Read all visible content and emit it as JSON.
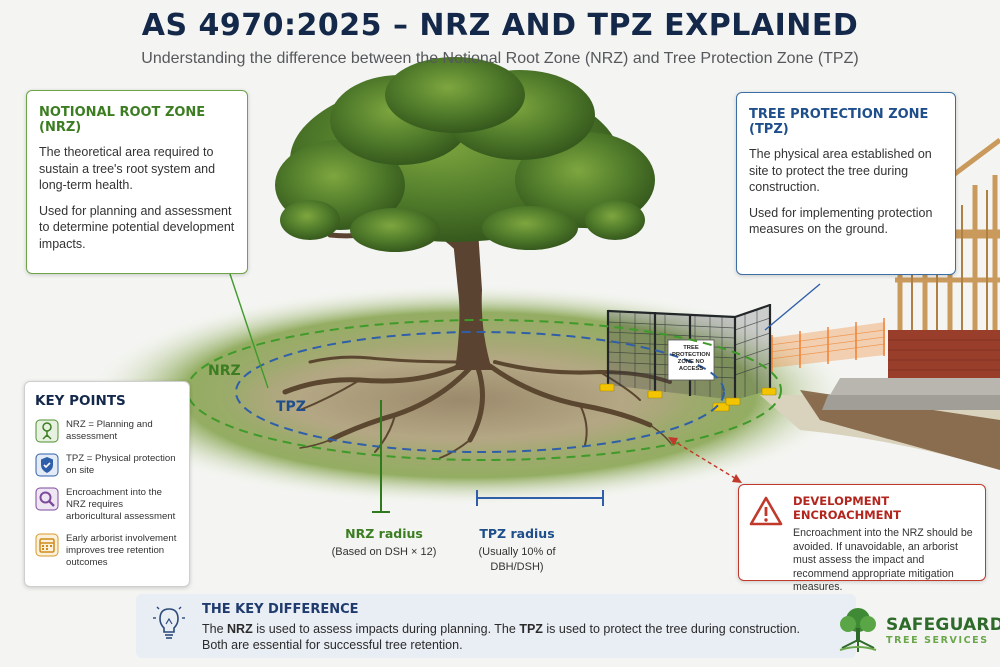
{
  "header": {
    "title": "AS 4970:2025 – NRZ AND TPZ EXPLAINED",
    "subtitle": "Understanding the difference between the Notional Root Zone (NRZ) and Tree Protection Zone (TPZ)"
  },
  "nrz_card": {
    "heading": "NOTIONAL ROOT ZONE (NRZ)",
    "para1": "The theoretical area required to sustain a tree's root system and long-term health.",
    "para2": "Used for planning and assessment to determine potential development impacts."
  },
  "tpz_card": {
    "heading": "TREE PROTECTION ZONE (TPZ)",
    "para1": "The physical area established on site to protect the tree during construction.",
    "para2": "Used for implementing protection measures on the ground."
  },
  "key_points": {
    "heading": "KEY POINTS",
    "items": [
      {
        "icon": "tree-roots-icon",
        "text": "NRZ = Planning and assessment"
      },
      {
        "icon": "shield-icon",
        "text": "TPZ = Physical protection on site"
      },
      {
        "icon": "magnifier-icon",
        "text": "Encroachment into the NRZ requires arboricultural assessment"
      },
      {
        "icon": "calendar-icon",
        "text": "Early arborist involvement improves tree retention outcomes"
      }
    ]
  },
  "diagram": {
    "nrz_label": "NRZ",
    "tpz_label": "TPZ",
    "nrz_radius_title": "NRZ radius",
    "nrz_radius_desc": "(Based on DSH × 12)",
    "tpz_radius_title": "TPZ radius",
    "tpz_radius_desc": "(Usually 10% of DBH/DSH)",
    "fence_sign": "TREE PROTECTION ZONE NO ACCESS"
  },
  "encroachment": {
    "icon": "warning-triangle-icon",
    "heading": "DEVELOPMENT ENCROACHMENT",
    "text": "Encroachment into the NRZ should be avoided. If unavoidable, an arborist must assess the impact and recommend appropriate mitigation measures."
  },
  "key_difference": {
    "icon": "lightbulb-icon",
    "heading": "THE KEY DIFFERENCE",
    "line1_a": "The ",
    "line1_b": "NRZ",
    "line1_c": " is used to assess impacts during planning. The ",
    "line1_d": "TPZ",
    "line1_e": " is used to protect the tree during construction.",
    "line2": "Both are essential for successful tree retention."
  },
  "logo": {
    "name": "SAFEGUARD",
    "tagline": "TREE SERVICES"
  },
  "colors": {
    "nrz": "#3c7d22",
    "tpz": "#1f4f8b",
    "warning": "#b3261e",
    "title": "#14284a"
  }
}
